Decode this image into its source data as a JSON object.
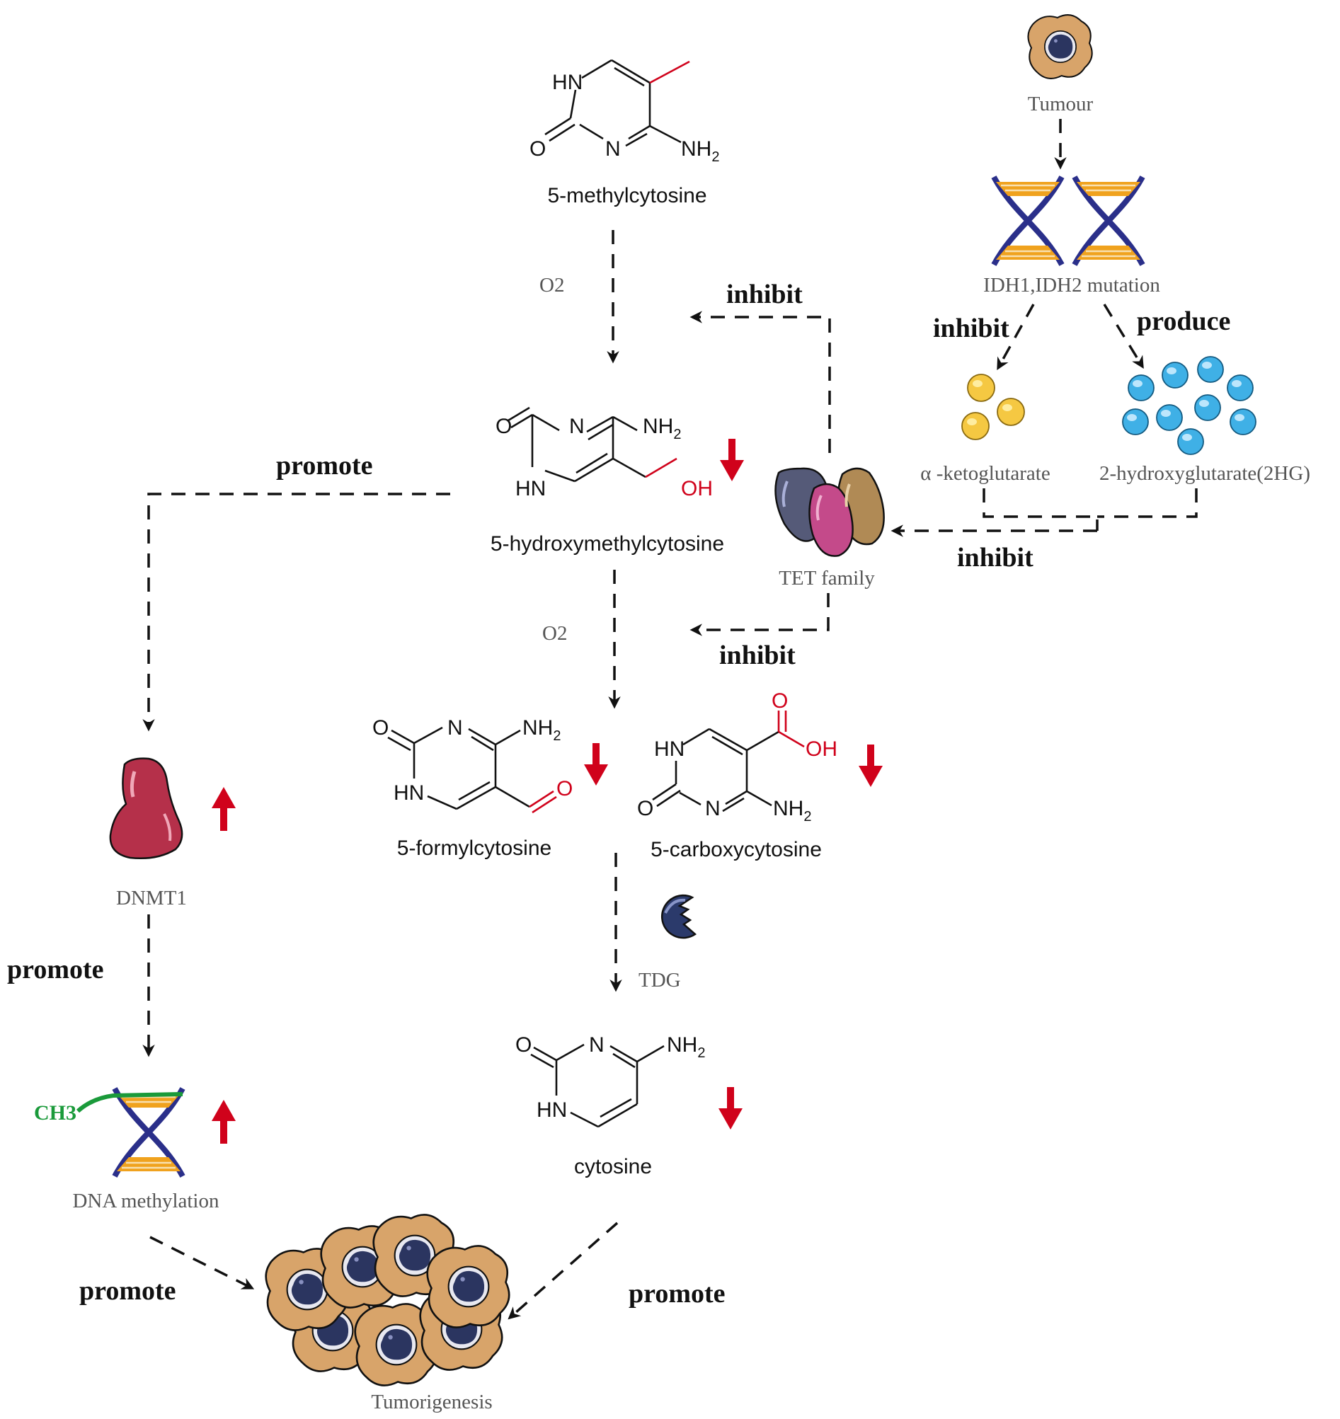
{
  "molecules": {
    "methylcytosine": "5-methylcytosine",
    "hydroxymethylcytosine": "5-hydroxymethylcytosine",
    "formylcytosine": "5-formylcytosine",
    "carboxycytosine": "5-carboxycytosine",
    "cytosine": "cytosine"
  },
  "atoms": {
    "hn": "HN",
    "n": "N",
    "o": "O",
    "nh2": "NH",
    "sub2": "2",
    "oh": "OH"
  },
  "labels": {
    "o2_top": "O2",
    "o2_mid": "O2",
    "tumour": "Tumour",
    "idh": "IDH1,IDH2 mutation",
    "akg": "α -ketoglutarate",
    "hg": "2-hydroxyglutarate(2HG)",
    "tet": "TET family",
    "dnmt1": "DNMT1",
    "dna_methylation": "DNA  methylation",
    "ch3": "CH3",
    "tdg": "TDG",
    "tumorigenesis": "Tumorigenesis"
  },
  "actions": {
    "inhibit_top": "inhibit",
    "inhibit_idh": "inhibit",
    "produce": "produce",
    "inhibit_tet": "inhibit",
    "inhibit_mid": "inhibit",
    "promote_hmc": "promote",
    "promote_dnmt": "promote",
    "promote_left": "promote",
    "promote_right": "promote"
  },
  "trends": {
    "hmc": "down",
    "fc": "down",
    "cac": "down",
    "cytosine": "down",
    "dnmt1": "up",
    "dna_methylation": "up"
  },
  "colors": {
    "red": "#d0021b",
    "cell_body": "#d8a46a",
    "nucleus": "#2b3560",
    "dna_blue": "#2a2f8a",
    "dna_orange": "#f0a21e",
    "akg_yellow": "#f5c842",
    "hg_blue": "#3fb0e6",
    "dnmt_red": "#b5304a",
    "methyl_green": "#1a9a3a"
  }
}
